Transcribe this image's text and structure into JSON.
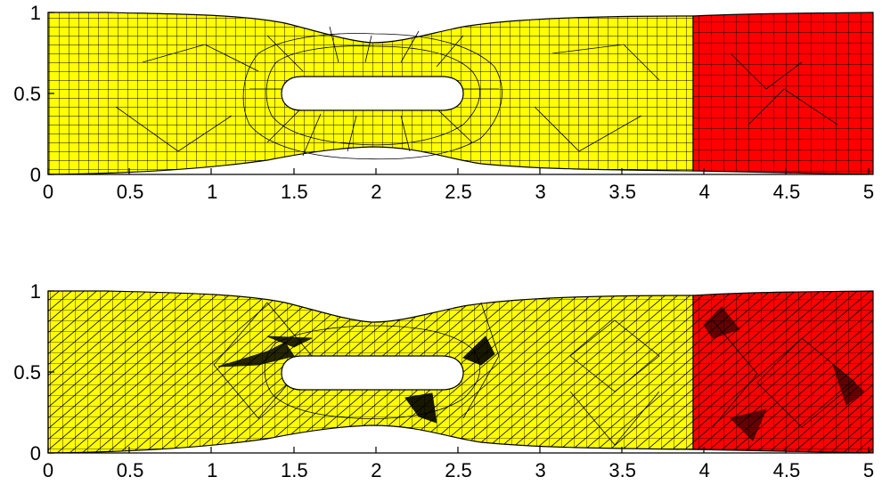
{
  "colors": {
    "background": "#ffffff",
    "mesh_fill_yellow": "#ffff00",
    "mesh_fill_red": "#ff0000",
    "mesh_edge": "#000000"
  },
  "panels": [
    {
      "mesh_type": "quadrilateral",
      "x_ticks": [
        "0",
        "0.5",
        "1",
        "1.5",
        "2",
        "2.5",
        "3",
        "3.5",
        "4",
        "4.5",
        "5"
      ],
      "y_ticks": [
        "0",
        "0.5",
        "1"
      ],
      "xlim": [
        0,
        5
      ],
      "ylim": [
        0,
        1
      ],
      "red_region_x": [
        3.93,
        5
      ],
      "hole": {
        "x": [
          1.45,
          2.45
        ],
        "y": [
          0.4,
          0.6
        ]
      }
    },
    {
      "mesh_type": "triangular",
      "x_ticks": [
        "0",
        "0.5",
        "1",
        "1.5",
        "2",
        "2.5",
        "3",
        "3.5",
        "4",
        "4.5",
        "5"
      ],
      "y_ticks": [
        "0",
        "0.5",
        "1"
      ],
      "xlim": [
        0,
        5
      ],
      "ylim": [
        0,
        1
      ],
      "red_region_x": [
        3.93,
        5
      ],
      "hole": {
        "x": [
          1.45,
          2.45
        ],
        "y": [
          0.4,
          0.6
        ]
      }
    }
  ]
}
